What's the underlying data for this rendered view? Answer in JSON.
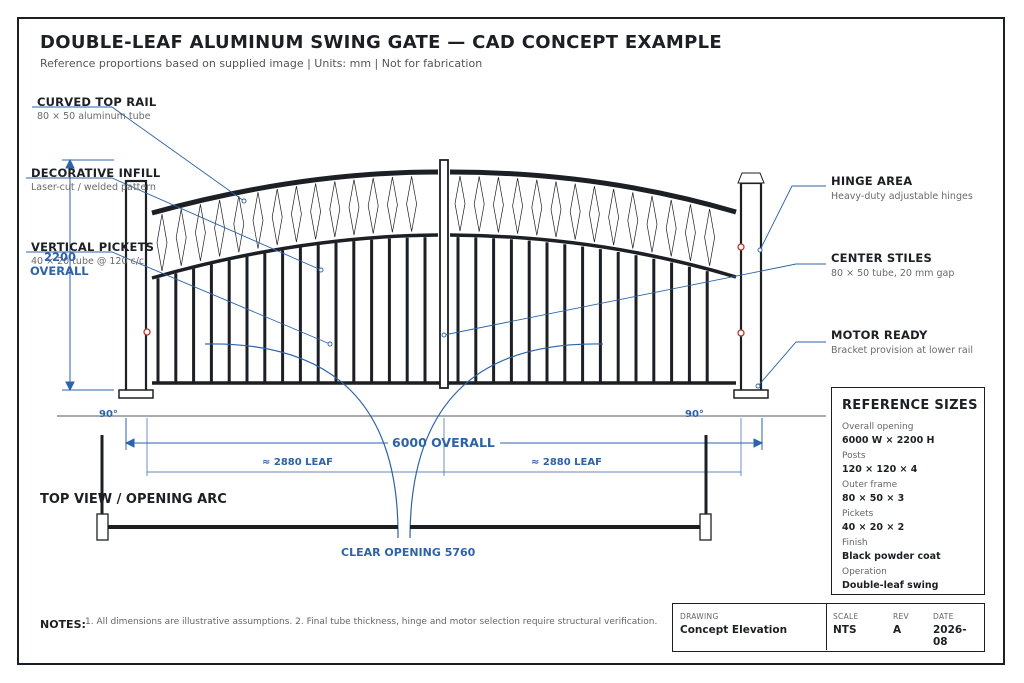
{
  "header": {
    "title": "DOUBLE-LEAF ALUMINUM SWING GATE — CAD CONCEPT EXAMPLE",
    "subtitle": "Reference proportions based on supplied image | Units: mm | Not for fabrication"
  },
  "callouts": {
    "curved_top_rail": {
      "label": "CURVED TOP RAIL",
      "detail": "80 × 50 aluminum tube"
    },
    "decorative_infill": {
      "label": "DECORATIVE INFILL",
      "detail": "Laser-cut / welded pattern"
    },
    "vertical_pickets": {
      "label": "VERTICAL PICKETS",
      "detail": "40 × 20 tube @ 120 c/c"
    },
    "hinge_area": {
      "label": "HINGE AREA",
      "detail": "Heavy-duty adjustable hinges"
    },
    "center_stiles": {
      "label": "CENTER STILES",
      "detail": "80 × 50 tube, 20 mm gap"
    },
    "motor_ready": {
      "label": "MOTOR READY",
      "detail": "Bracket provision at lower rail"
    }
  },
  "dimensions": {
    "height_value": "2200",
    "height_label": "OVERALL",
    "overall_width": "6000 OVERALL",
    "left_leaf": "≈ 2880 LEAF",
    "right_leaf": "≈ 2880 LEAF",
    "angle_left": "90°",
    "angle_right": "90°",
    "clear_opening": "CLEAR OPENING 5760"
  },
  "top_view": {
    "label": "TOP VIEW / OPENING ARC"
  },
  "reference_sizes": {
    "title": "REFERENCE SIZES",
    "items": [
      {
        "key": "Overall opening",
        "value": "6000 W × 2200 H"
      },
      {
        "key": "Posts",
        "value": "120 × 120 × 4"
      },
      {
        "key": "Outer frame",
        "value": "80 × 50 × 3"
      },
      {
        "key": "Pickets",
        "value": "40 × 20 × 2"
      },
      {
        "key": "Finish",
        "value": "Black powder coat"
      },
      {
        "key": "Operation",
        "value": "Double-leaf swing"
      }
    ]
  },
  "notes": {
    "label": "NOTES:",
    "text": "1. All dimensions are illustrative assumptions.  2. Final tube thickness, hinge and motor selection require structural verification."
  },
  "title_block": {
    "drawing_header": "DRAWING",
    "drawing": "Concept Elevation",
    "scale_header": "SCALE",
    "scale": "NTS",
    "rev_header": "REV",
    "rev": "A",
    "date_header": "DATE",
    "date": "2026-08"
  },
  "colors": {
    "ink": "#1c1f24",
    "dimension": "#2d63a8",
    "hinge_marker": "#b03a2e"
  }
}
